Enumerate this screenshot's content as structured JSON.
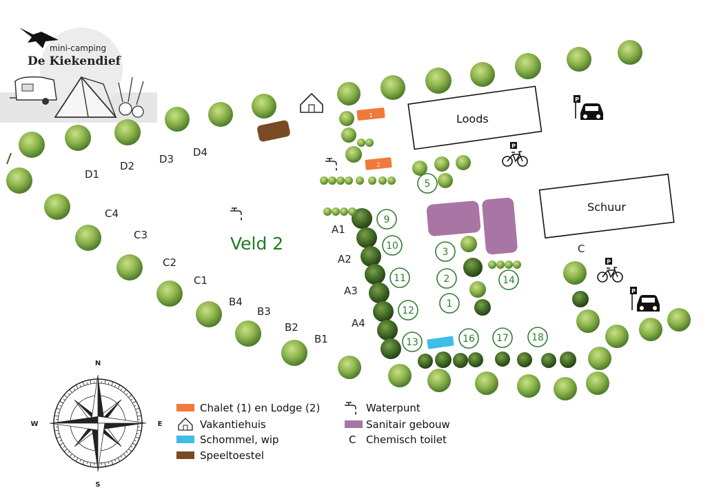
{
  "logo": {
    "line1": "mini-camping",
    "line2": "De Kiekendief"
  },
  "buildings": {
    "loods": "Loods",
    "schuur": "Schuur"
  },
  "field_label": "Veld 2",
  "chalets": {
    "c1": "1",
    "c2": "2"
  },
  "toilet_marker": "C",
  "parking_marker": "P",
  "site_labels": {
    "D1": "D1",
    "D2": "D2",
    "D3": "D3",
    "D4": "D4",
    "C1": "C1",
    "C2": "C2",
    "C3": "C3",
    "C4": "C4",
    "B1": "B1",
    "B2": "B2",
    "B3": "B3",
    "B4": "B4",
    "A1": "A1",
    "A2": "A2",
    "A3": "A3",
    "A4": "A4"
  },
  "pitches": [
    "1",
    "2",
    "3",
    "5",
    "9",
    "10",
    "11",
    "12",
    "13",
    "14",
    "16",
    "17",
    "18"
  ],
  "compass": {
    "n": "N",
    "e": "E",
    "s": "S",
    "w": "W"
  },
  "legend": {
    "chalet": "Chalet (1) en Lodge (2)",
    "vakantiehuis": "Vakantiehuis",
    "schommel": "Schommel, wip",
    "speeltoestel": "Speeltoestel",
    "waterpunt": "Waterpunt",
    "sanitair": "Sanitair gebouw",
    "toilet_symbol": "C",
    "chemisch": "Chemisch toilet"
  },
  "colors": {
    "chalet": "#f07a3a",
    "schommel": "#3dbde8",
    "speeltoestel": "#7a4a24",
    "sanitair": "#a975a4",
    "tree": "#8bb34a",
    "tree_dark": "#3f6f24",
    "pitch": "#2f7d2f"
  }
}
